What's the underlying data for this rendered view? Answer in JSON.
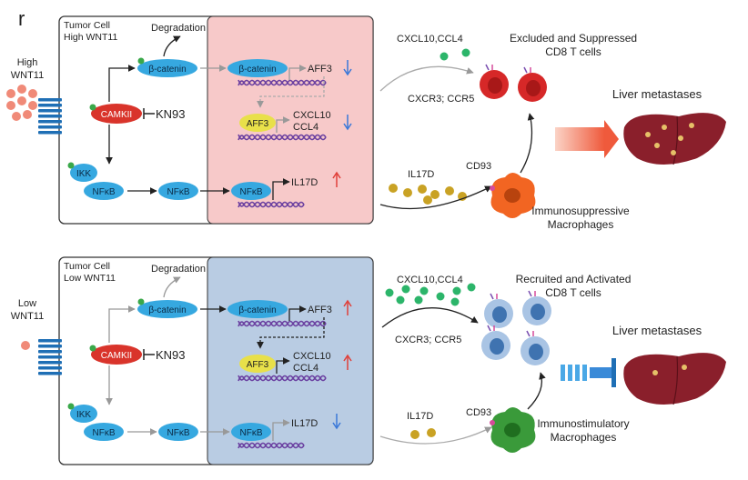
{
  "panel_letter": "r",
  "colors": {
    "nucleus_high": "#f7c9c9",
    "nucleus_low": "#b9cce3",
    "protein_blue": "#36a8e0",
    "camkii_red": "#d9342b",
    "aff3_yellow": "#e8e04a",
    "dna_purple": "#6a3fa0",
    "arrow_up_red": "#e0403a",
    "arrow_down_blue": "#3a78d8",
    "chemokine_green": "#2cb56a",
    "il17d_gold": "#c9a224",
    "tcell_red": "#d62828",
    "tcell_blue": "#a9c4e4",
    "macrophage_orange": "#f26522",
    "macrophage_green": "#3a9a3a",
    "liver": "#8a1f2b"
  },
  "high": {
    "ligand_label": "High\nWNT11",
    "cell_title": "Tumor Cell\nHigh WNT11",
    "degradation": "Degradation",
    "b_catenin_cyto": "β-catenin",
    "b_catenin_nuc": "β-catenin",
    "aff3_text": "AFF3",
    "camkii": "CAMKII",
    "kn93": "KN93",
    "aff3_protein": "AFF3",
    "targets": "CXCL10\nCCL4",
    "ikk": "IKK",
    "nfkb_1": "NFκB",
    "nfkb_2": "NFκB",
    "nfkb_3": "NFκB",
    "il17d": "IL17D",
    "chemokines": "CXCL10,CCL4",
    "tcell_label": "Excluded and Suppressed\nCD8 T cells",
    "receptors": "CXCR3; CCR5",
    "il17d_secreted": "IL17D",
    "cd93": "CD93",
    "macrophage_label": "Immunosuppressive\nMacrophages",
    "outcome": "Liver metastases"
  },
  "low": {
    "ligand_label": "Low\nWNT11",
    "cell_title": "Tumor Cell\nLow WNT11",
    "degradation": "Degradation",
    "b_catenin_cyto": "β-catenin",
    "b_catenin_nuc": "β-catenin",
    "aff3_text": "AFF3",
    "camkii": "CAMKII",
    "kn93": "KN93",
    "aff3_protein": "AFF3",
    "targets": "CXCL10\nCCL4",
    "ikk": "IKK",
    "nfkb_1": "NFκB",
    "nfkb_2": "NFκB",
    "nfkb_3": "NFκB",
    "il17d": "IL17D",
    "chemokines": "CXCL10,CCL4",
    "tcell_label": "Recruited and Activated\nCD8 T cells",
    "receptors": "CXCR3; CCR5",
    "il17d_secreted": "IL17D",
    "cd93": "CD93",
    "macrophage_label": "Immunostimulatory\nMacrophages",
    "outcome": "Liver metastases"
  }
}
